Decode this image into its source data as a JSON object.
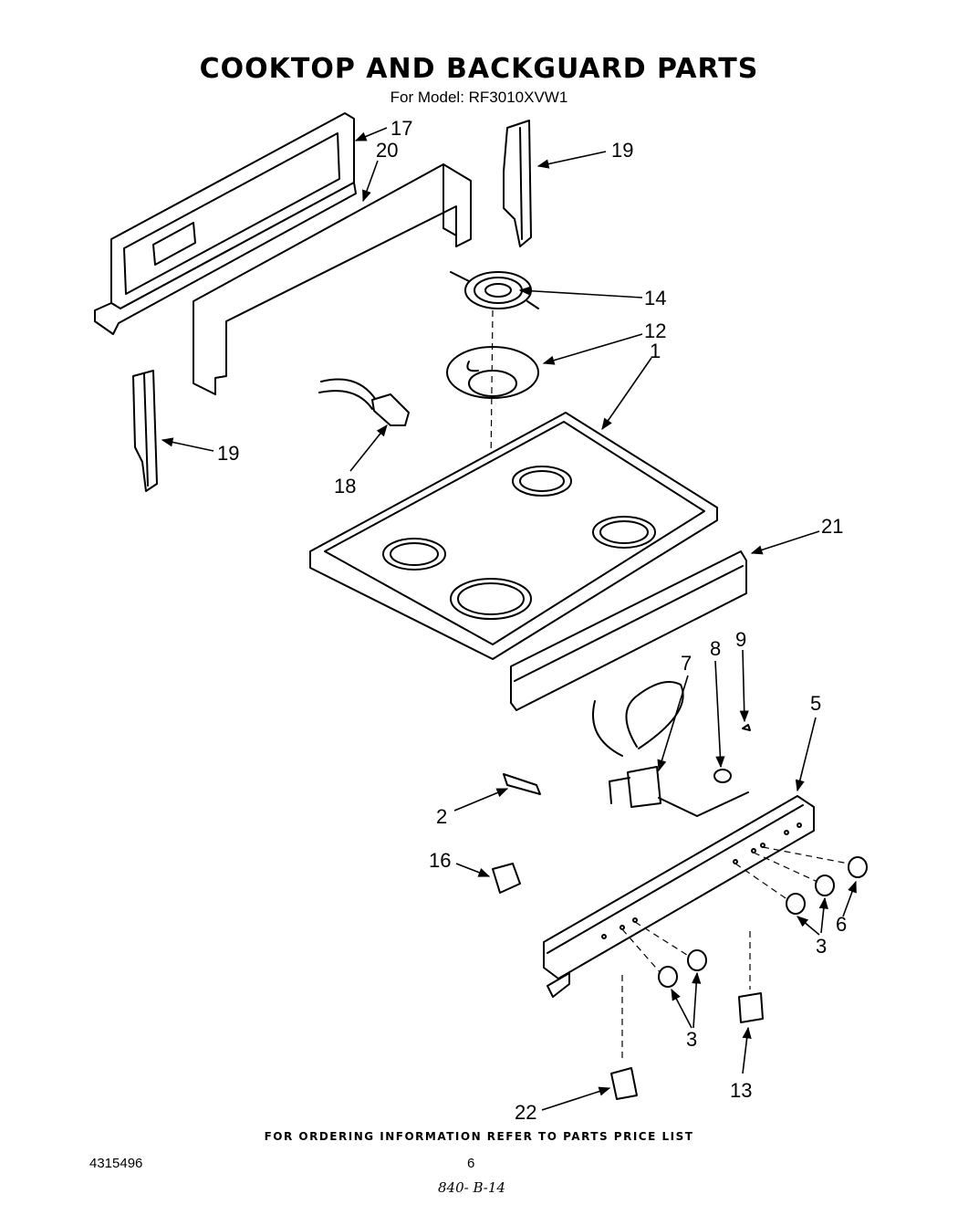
{
  "header": {
    "title": "COOKTOP AND BACKGUARD PARTS",
    "subtitle": "For Model: RF3010XVW1"
  },
  "callouts": {
    "c17": "17",
    "c20": "20",
    "c19a": "19",
    "c19b": "19",
    "c14": "14",
    "c12": "12",
    "c1": "1",
    "c18": "18",
    "c21": "21",
    "c7": "7",
    "c8": "8",
    "c9": "9",
    "c5": "5",
    "c2": "2",
    "c16": "16",
    "c6": "6",
    "c3a": "3",
    "c3b": "3",
    "c13": "13",
    "c22": "22"
  },
  "footer": {
    "ordering_note": "FOR ORDERING INFORMATION REFER TO PARTS PRICE LIST",
    "doc_number": "4315496",
    "page_number": "6",
    "handwritten": "840- B-14"
  }
}
